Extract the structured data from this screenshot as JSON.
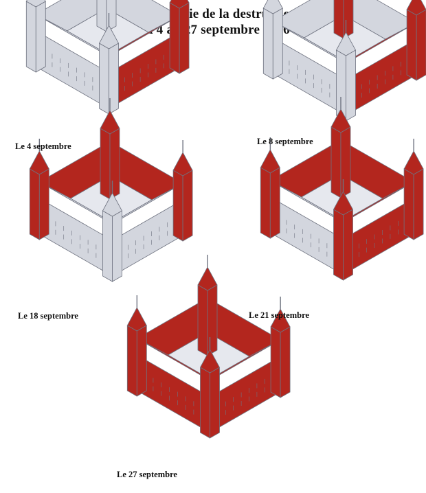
{
  "title": {
    "line1": "Chronologie de la destruction",
    "line2": "Du 4 au 27 septembre 1936"
  },
  "colors": {
    "intact": "#d3d6de",
    "destroyed": "#b3261e",
    "outline": "#6f7380",
    "background": "#ffffff"
  },
  "stages": [
    {
      "label": "Le 4 septembre",
      "destroyed": [
        "east_wall",
        "east_tower_upper"
      ]
    },
    {
      "label": "Le 8 septembre",
      "destroyed": [
        "north_tower",
        "east_wall",
        "east_tower_upper",
        "north_wall_part",
        "inner_east"
      ]
    },
    {
      "label": "Le 18 septembre",
      "destroyed": [
        "north_tower",
        "north_wall",
        "west_tower",
        "east_tower",
        "inner_north",
        "inner_west"
      ]
    },
    {
      "label": "Le 21 septembre",
      "destroyed": [
        "north_tower",
        "north_wall",
        "west_tower",
        "east_tower",
        "east_wall",
        "inner_north",
        "inner_west",
        "inner_east",
        "south_tower"
      ]
    },
    {
      "label": "Le 27 septembre",
      "destroyed": [
        "north_tower",
        "north_wall",
        "west_tower",
        "east_tower",
        "east_wall",
        "west_wall",
        "inner_north",
        "inner_west",
        "inner_east",
        "south_tower",
        "front_parts"
      ]
    }
  ]
}
